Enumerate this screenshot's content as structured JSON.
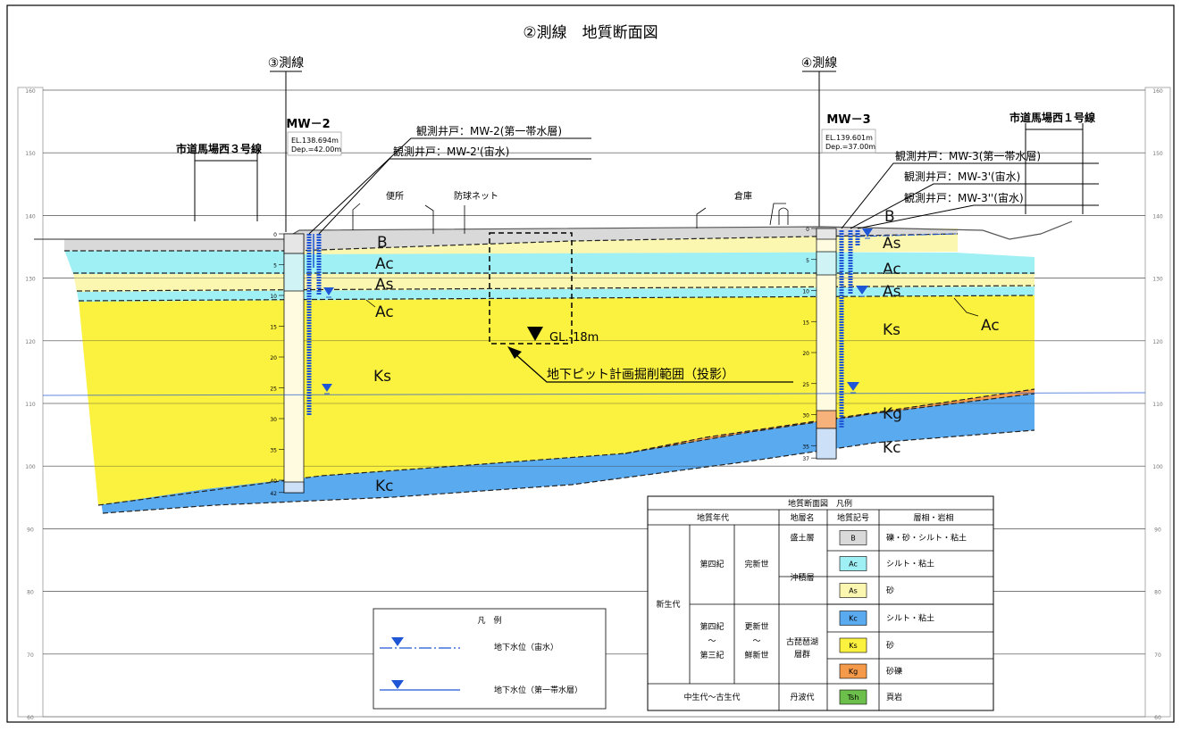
{
  "title": "②測線　地質断面図",
  "lines": {
    "left": "③測線",
    "right": "④測線"
  },
  "elev_ticks": [
    "160",
    "150",
    "140",
    "130",
    "120",
    "110",
    "100",
    "90",
    "80",
    "70",
    "60"
  ],
  "roads": {
    "left": "市道馬場西３号線",
    "right": "市道馬場西１号線"
  },
  "boreholes": [
    {
      "name": "MW－2",
      "el": "EL.138.694m",
      "dep": "Dep.=42.00m",
      "depths": [
        "0",
        "5",
        "10",
        "15",
        "20",
        "25",
        "30",
        "35",
        "40",
        "42"
      ]
    },
    {
      "name": "MW－3",
      "el": "EL.139.601m",
      "dep": "Dep.=37.00m",
      "depths": [
        "0",
        "5",
        "10",
        "15",
        "20",
        "25",
        "30",
        "35",
        "37"
      ]
    }
  ],
  "wells": [
    "観測井戸：MW-2(第一帯水層)",
    "観測井戸：MW-2'(宙水)",
    "観測井戸：MW-3(第一帯水層)",
    "観測井戸：MW-3'(宙水)",
    "観測井戸：MW-3''(宙水)"
  ],
  "structures": {
    "toilet": "便所",
    "net": "防球ネット",
    "warehouse": "倉庫"
  },
  "layer_labels": {
    "B_left": "B",
    "Ac_left": "Ac",
    "As_left": "As",
    "Ac_left2": "Ac",
    "Ks_left": "Ks",
    "Kc_left": "Kc",
    "B_right": "B",
    "As_right": "As",
    "Ac_right": "Ac",
    "As_right2": "As",
    "Ks_right": "Ks",
    "Ac_right2": "Ac",
    "Kg_right": "Kg",
    "Kc_right": "Kc"
  },
  "pit": {
    "gl": "GL.-18m",
    "label": "地下ピット計画掘削範囲（投影）"
  },
  "legend_gw": {
    "title": "凡　例",
    "perched": "地下水位（宙水）",
    "first": "地下水位（第一帯水層）"
  },
  "legend_geo": {
    "title": "地質断面図　凡例",
    "headers": [
      "地質年代",
      "地層名",
      "地質記号",
      "層相・岩相"
    ],
    "era_cenozoic": "新生代",
    "period_q": "第四紀",
    "epoch_holo": "完新世",
    "period_qt": [
      "第四紀",
      "～",
      "第三紀"
    ],
    "epoch_pp": [
      "更新世",
      "～",
      "鮮新世"
    ],
    "era_old": "中生代～古生代",
    "rows": [
      {
        "formation": "盛土層",
        "symbol": "B",
        "lith": "礫・砂・シルト・粘土",
        "color": "#d9d9d9"
      },
      {
        "formation": "沖積層",
        "symbol": "Ac",
        "lith": "シルト・粘土",
        "color": "#9ff0f5"
      },
      {
        "formation": "",
        "symbol": "As",
        "lith": "砂",
        "color": "#fbf7b0"
      },
      {
        "formation": "古琵琶湖層群",
        "symbol": "Kc",
        "lith": "シルト・粘土",
        "color": "#5aaaf0"
      },
      {
        "formation": "",
        "symbol": "Ks",
        "lith": "砂",
        "color": "#fbf13f"
      },
      {
        "formation": "",
        "symbol": "Kg",
        "lith": "砂礫",
        "color": "#f49a4a"
      },
      {
        "formation": "丹波代",
        "symbol": "Tsh",
        "lith": "頁岩",
        "color": "#6cbf4a"
      }
    ]
  },
  "colors": {
    "B": "#d9d9d9",
    "Ac": "#9ff0f5",
    "As": "#fbf7b0",
    "Ks": "#fbf13f",
    "Kg": "#f49a4a",
    "Kc": "#5aaaf0",
    "water": "#1f56d6"
  }
}
